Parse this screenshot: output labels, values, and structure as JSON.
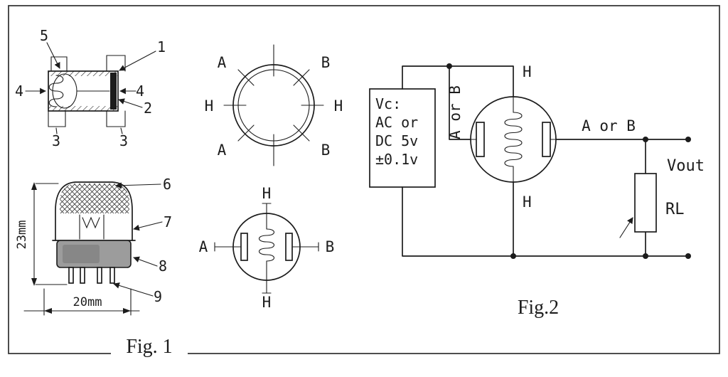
{
  "colors": {
    "ink": "#1c1c1c",
    "border": "#3a3a3a",
    "body_gray": "#9c9c9c",
    "body_gray_dark": "#777777",
    "paper": "#ffffff"
  },
  "fig1": {
    "caption": "Fig. 1",
    "dim_height": "23mm",
    "dim_width": "20mm",
    "callout_1": "1",
    "callout_2": "2",
    "callout_3_left": "3",
    "callout_3_right": "3",
    "callout_4_left": "4",
    "callout_4_right": "4",
    "callout_5": "5",
    "callout_6": "6",
    "callout_7": "7",
    "callout_8": "8",
    "callout_9": "9"
  },
  "pinout": {
    "top_left": "A",
    "top_right": "B",
    "left": "H",
    "right": "H",
    "bottom_left": "A",
    "bottom_right": "B"
  },
  "symbol": {
    "left": "A",
    "right": "B",
    "top": "H",
    "bottom": "H"
  },
  "fig2": {
    "caption": "Fig.2",
    "vc_line1": "Vc:",
    "vc_line2": "AC or",
    "vc_line3": "DC 5v",
    "vc_line4": "±0.1v",
    "left_electrode": "A or B",
    "right_electrode": "A or B",
    "heater_top": "H",
    "heater_bottom": "H",
    "output": "Vout",
    "load_resistor": "RL"
  }
}
